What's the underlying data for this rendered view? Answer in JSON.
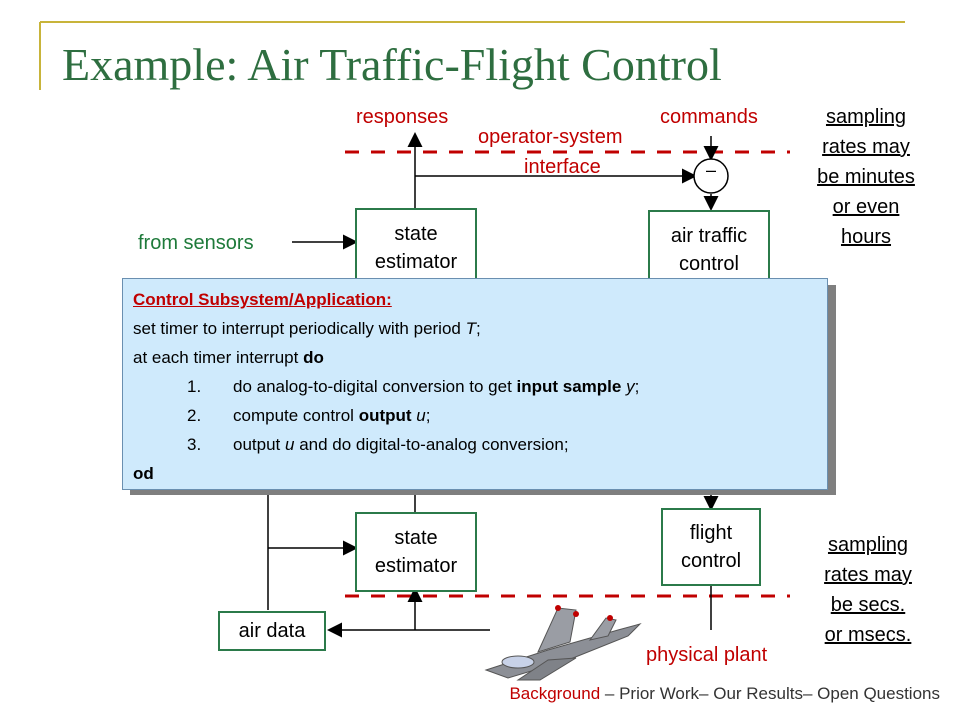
{
  "title": "Example: Air Traffic-Flight Control",
  "labels": {
    "responses": "responses",
    "commands": "commands",
    "interface_line1": "operator-system",
    "interface_line2": "interface",
    "from_sensors": "from sensors",
    "physical_plant": "physical plant",
    "summing_sign": "–"
  },
  "boxes": {
    "state_estimator_top": [
      "state",
      "estimator"
    ],
    "air_traffic_control": [
      "air traffic",
      "control"
    ],
    "state_estimator_bottom": [
      "state",
      "estimator"
    ],
    "flight_control": [
      "flight",
      "control"
    ],
    "air_data": "air data"
  },
  "notes": {
    "top": [
      "sampling",
      "rates may",
      "be minutes",
      "or even",
      "hours"
    ],
    "bottom": [
      "sampling",
      "rates may",
      "be secs.",
      "or msecs."
    ]
  },
  "panel": {
    "heading": "Control Subsystem/Application:",
    "line1_a": "set timer to interrupt periodically with period ",
    "line1_T": "T",
    "line1_b": ";",
    "line2_a": "at each timer interrupt ",
    "line2_do": "do",
    "steps": [
      {
        "num": "1.",
        "a": "do analog-to-digital conversion to get ",
        "bold": "input sample",
        "b": " ",
        "var": "y",
        "c": ";"
      },
      {
        "num": "2.",
        "a": "compute control ",
        "bold": "output",
        "b": " ",
        "var": "u",
        "c": ";"
      },
      {
        "num": "3.",
        "a": "output ",
        "bold": "",
        "b": "",
        "var": "u",
        "c": " and do digital-to-analog conversion;"
      }
    ],
    "closing": "od"
  },
  "footer": {
    "current": "Background",
    "rest": " – Prior Work– Our Results– Open Questions"
  },
  "colors": {
    "title": "#2e6e40",
    "accent_red": "#c00000",
    "sensor_green": "#1e7a3a",
    "box_border": "#2b7a4a",
    "panel_bg": "#cfeafc"
  }
}
